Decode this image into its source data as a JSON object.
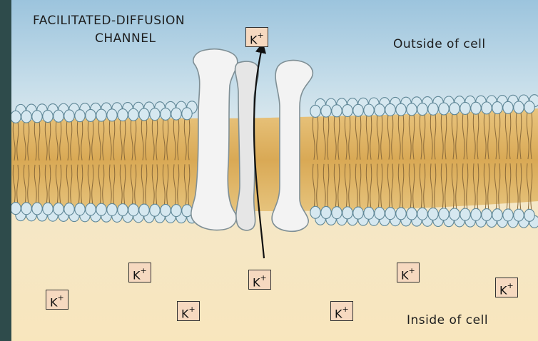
{
  "diagram": {
    "title_line1": "FACILITATED-DIFFUSION",
    "title_line2": "CHANNEL",
    "outside_label": "Outside of cell",
    "inside_label": "Inside of cell",
    "ion_label": "K",
    "ion_charge": "+",
    "colors": {
      "outer_background": "#2e4b4b",
      "sky_top": "#9fc6de",
      "inside_fluid": "#f6e7c4",
      "lipid_head": "#d4e7f0",
      "lipid_tail_band": "#dfb564",
      "channel_protein": "#f2f2f2",
      "ion_box": "#f6d9c0"
    },
    "ions": [
      {
        "id": "ion-outside-top",
        "location": "outside, above channel"
      },
      {
        "id": "ion-inside-1",
        "location": "inside"
      },
      {
        "id": "ion-inside-2",
        "location": "inside"
      },
      {
        "id": "ion-inside-3",
        "location": "inside"
      },
      {
        "id": "ion-inside-4",
        "location": "inside, below channel"
      },
      {
        "id": "ion-inside-5",
        "location": "inside"
      },
      {
        "id": "ion-inside-6",
        "location": "inside"
      },
      {
        "id": "ion-inside-7",
        "location": "inside"
      }
    ]
  }
}
